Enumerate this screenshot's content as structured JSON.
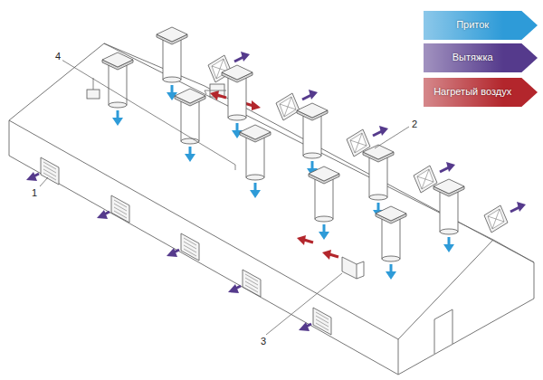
{
  "diagram": {
    "labels": [
      "1",
      "2",
      "3",
      "4"
    ],
    "legend": [
      {
        "text": "Приток",
        "color": "#2e9bd8"
      },
      {
        "text": "Вытяжка",
        "color": "#553a8c"
      },
      {
        "text": "Нагретый воздух",
        "color": "#b3262c"
      }
    ]
  }
}
